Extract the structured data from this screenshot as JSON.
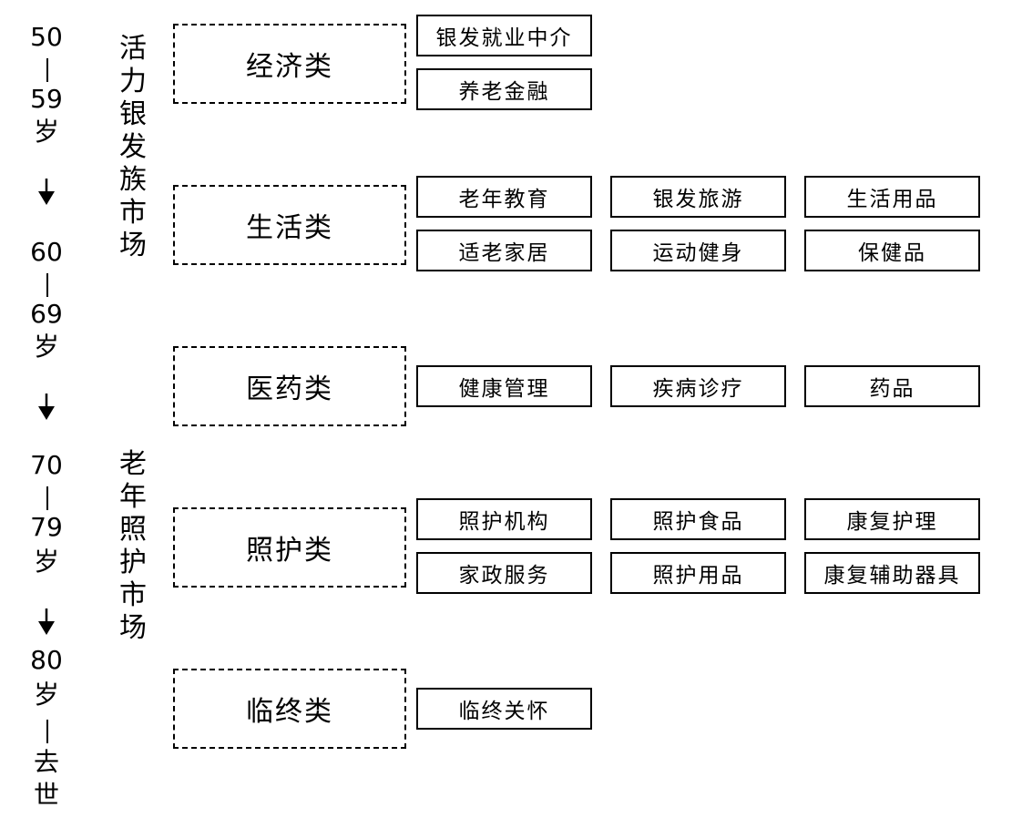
{
  "ages": {
    "a50": "50",
    "a59": "59",
    "sui1": "岁",
    "a60": "60",
    "a69": "69",
    "sui2": "岁",
    "a70": "70",
    "a79": "79",
    "sui3": "岁",
    "a80": "80",
    "sui4": "岁",
    "qu": "去",
    "shi": "世"
  },
  "markets": {
    "active": [
      "活",
      "力",
      "银",
      "发",
      "族",
      "市",
      "场"
    ],
    "care": [
      "老",
      "年",
      "照",
      "护",
      "市",
      "场"
    ]
  },
  "categories": {
    "economy": {
      "label": "经济类",
      "items": [
        "银发就业中介",
        "养老金融"
      ]
    },
    "life": {
      "label": "生活类",
      "items": [
        "老年教育",
        "银发旅游",
        "生活用品",
        "适老家居",
        "运动健身",
        "保健品"
      ]
    },
    "medical": {
      "label": "医药类",
      "items": [
        "健康管理",
        "疾病诊疗",
        "药品"
      ]
    },
    "care": {
      "label": "照护类",
      "items": [
        "照护机构",
        "照护食品",
        "康复护理",
        "家政服务",
        "照护用品",
        "康复辅助器具"
      ]
    },
    "hospice": {
      "label": "临终类",
      "items": [
        "临终关怀"
      ]
    }
  }
}
